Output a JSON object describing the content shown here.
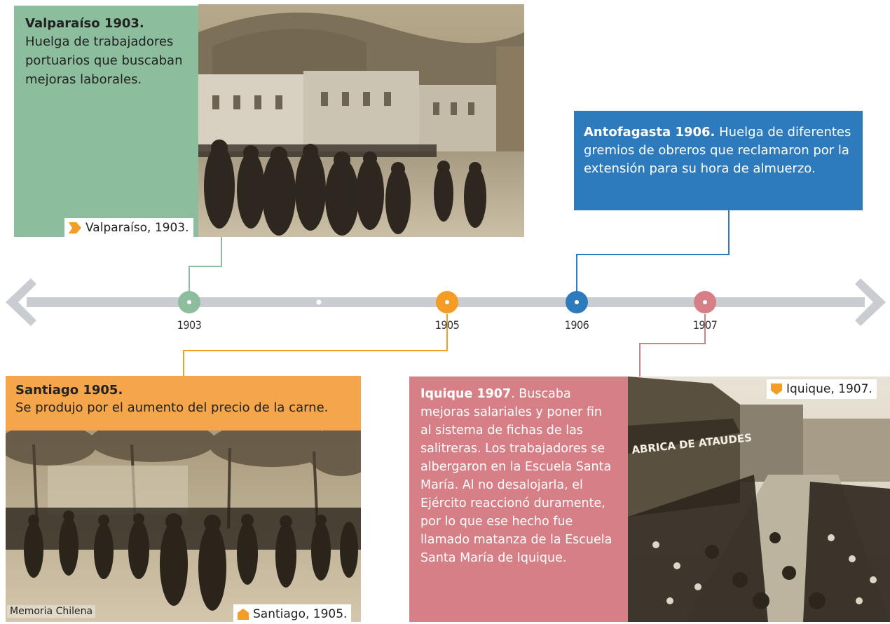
{
  "timeline": {
    "years": [
      {
        "label": "1903",
        "color": "#8cbd9d"
      },
      {
        "label": "1905",
        "color": "#f39c26"
      },
      {
        "label": "1906",
        "color": "#2d7bbd"
      },
      {
        "label": "1907",
        "color": "#d67f86"
      }
    ],
    "axis_color": "#c9ccd1"
  },
  "valparaiso": {
    "title": "Valparaíso 1903.",
    "body": "Huelga de trabajadores portuarios que buscaban mejoras laborales.",
    "caption": "Valparaíso, 1903.",
    "color": "#8cbd9d"
  },
  "antofagasta": {
    "title": "Antofagasta 1906.",
    "body": " Huelga de diferentes gremios de obreros que reclamaron por la extensión para su hora de almuerzo.",
    "color": "#2d7bbd"
  },
  "santiago": {
    "title": "Santiago 1905.",
    "body": "Se produjo por el aumento del precio de la carne.",
    "caption": "Santiago, 1905.",
    "credit": "Memoria Chilena",
    "color": "#f5a64a"
  },
  "iquique": {
    "title": "Iquique 1907",
    "body": ". Buscaba mejoras salariales y poner fin al sistema de fichas de las salitreras. Los trabajadores se albergaron en la Escuela Santa María. Al no desalojarla, el Ejército reaccionó duramente, por lo que ese hecho fue llamado matanza de la Escuela Santa María de Iquique.",
    "caption": "Iquique, 1907.",
    "photo_sign": "ABRICA DE ATAUDES",
    "color": "#d67f86"
  }
}
